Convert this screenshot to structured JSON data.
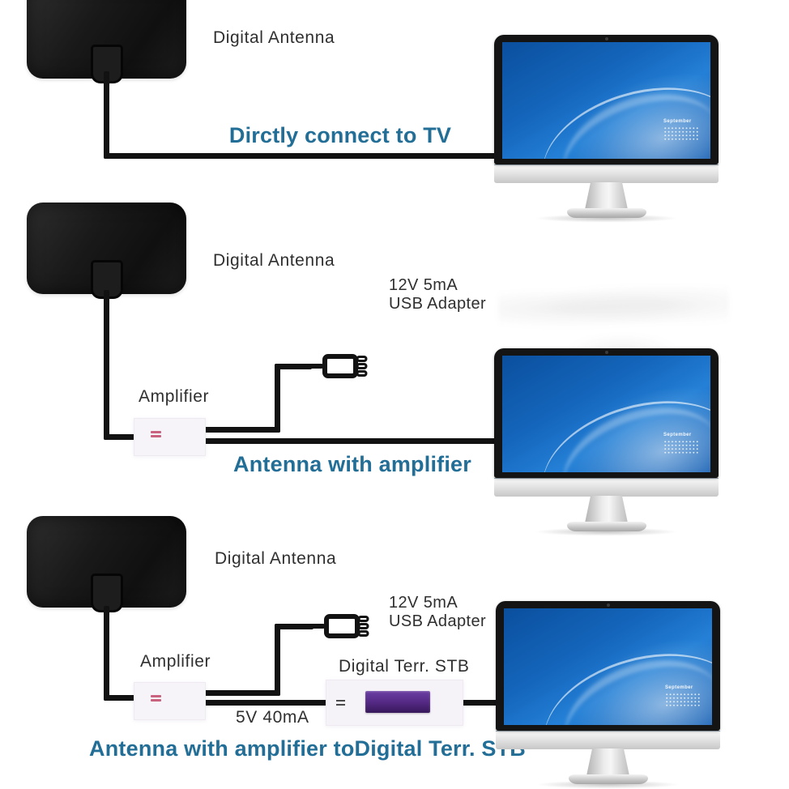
{
  "colors": {
    "caption_teal": "#226e96",
    "label_dark": "#2f2f2f",
    "cable_black": "#121212",
    "screen_blue": "#1466bc",
    "stb_display_purple": "#552a86",
    "amplifier_led_pink": "#c9627f"
  },
  "tv": {
    "wallpaper_label": "September"
  },
  "sections": [
    {
      "id": "direct-connect",
      "antenna_label": "Digital Antenna",
      "caption": "Dirctly connect to TV"
    },
    {
      "id": "with-amplifier",
      "antenna_label": "Digital Antenna",
      "adapter_line1": "12V 5mA",
      "adapter_line2": "USB Adapter",
      "amplifier_label": "Amplifier",
      "caption": "Antenna with amplifier"
    },
    {
      "id": "with-amplifier-stb",
      "antenna_label": "Digital Antenna",
      "adapter_line1": "12V 5mA",
      "adapter_line2": "USB Adapter",
      "amplifier_label": "Amplifier",
      "power_label": "5V 40mA",
      "stb_label": "Digital Terr. STB",
      "caption": "Antenna with amplifier toDigital Terr. STB"
    }
  ]
}
